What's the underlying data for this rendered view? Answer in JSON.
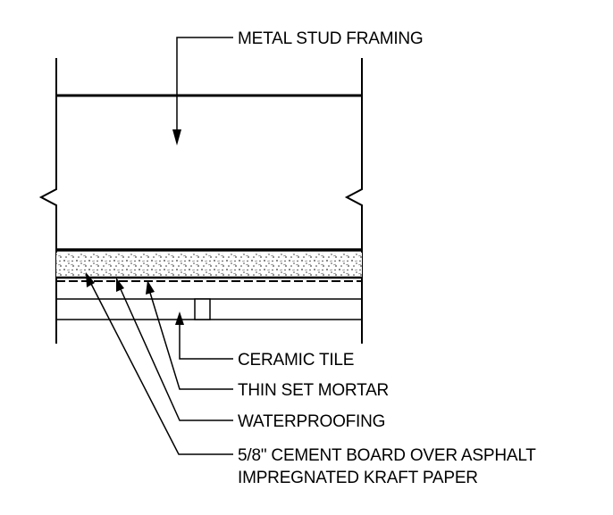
{
  "labels": {
    "metal_stud_framing": "METAL STUD FRAMING",
    "ceramic_tile": "CERAMIC TILE",
    "thin_set_mortar": "THIN SET MORTAR",
    "waterproofing": "WATERPROOFING",
    "cement_board_line1": "5/8\" CEMENT BOARD OVER ASPHALT",
    "cement_board_line2": "IMPREGNATED KRAFT PAPER"
  }
}
